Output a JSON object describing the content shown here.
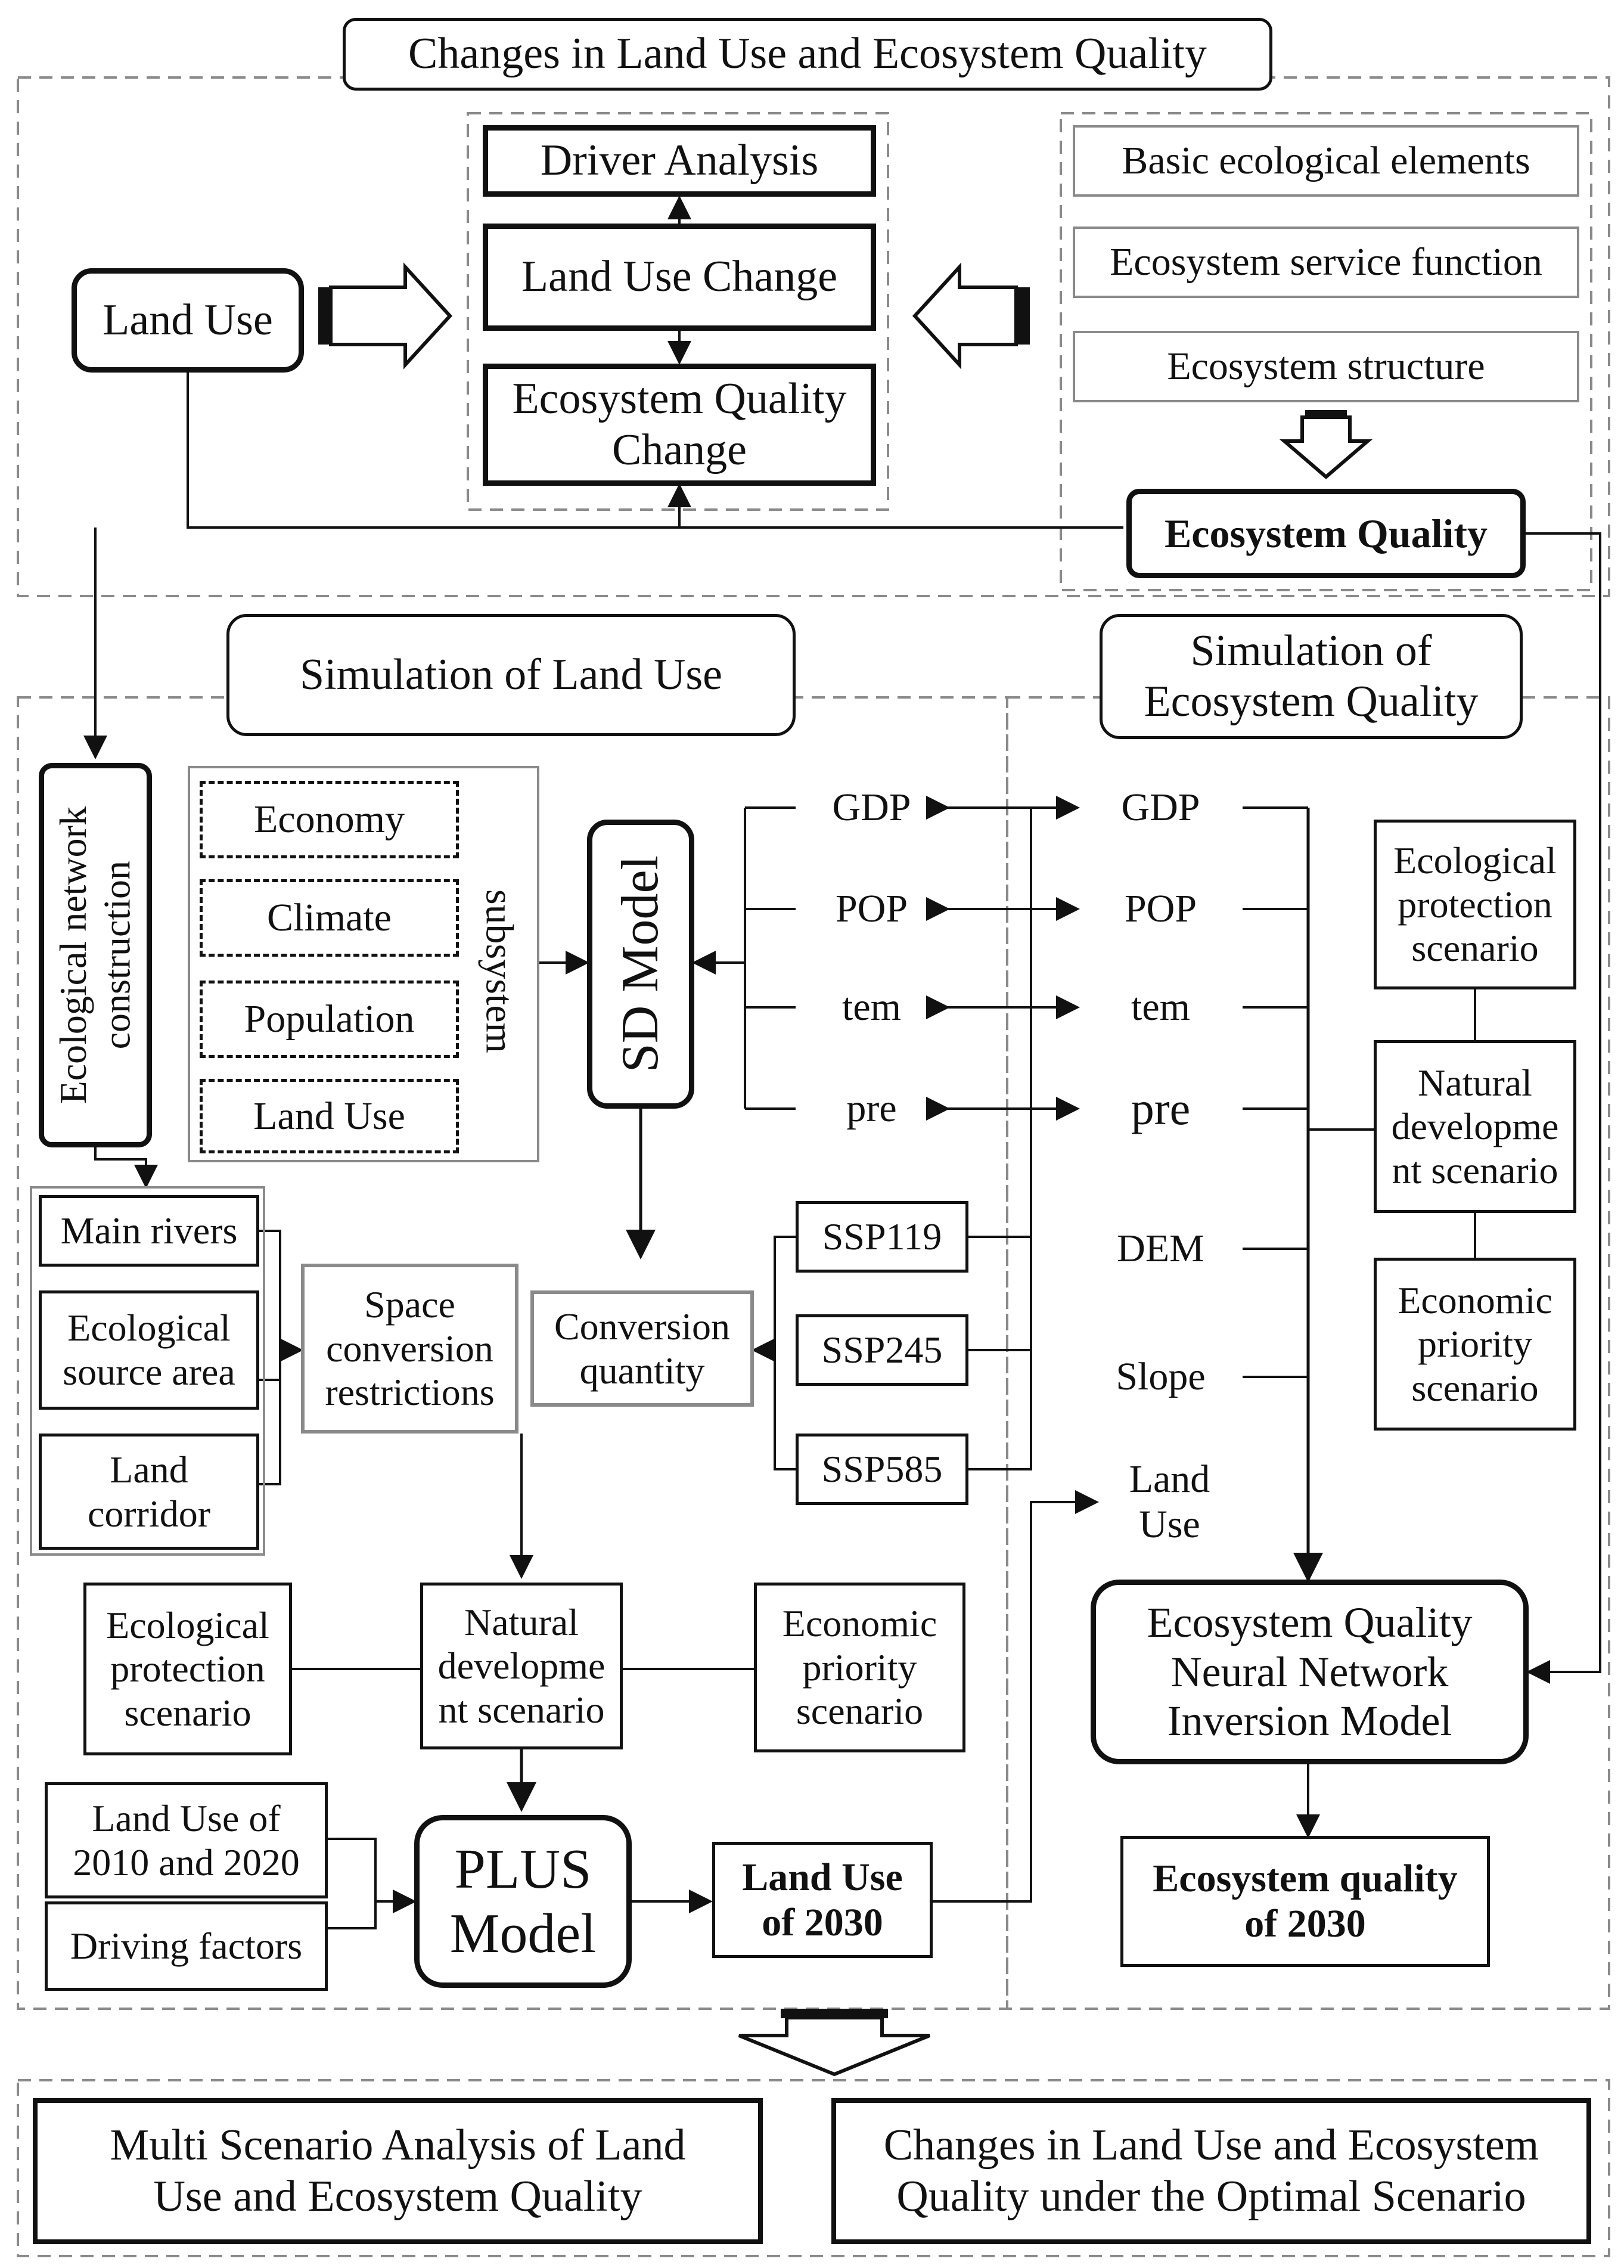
{
  "labels": {
    "top_title": "Changes in Land Use and Ecosystem Quality",
    "driver_analysis": "Driver Analysis",
    "land_use_change": "Land Use Change",
    "eq_change": "Ecosystem Quality\nChange",
    "land_use_top": "Land Use",
    "basic_elements": "Basic ecological elements",
    "service_function": "Ecosystem service function",
    "eco_structure": "Ecosystem structure",
    "eco_quality": "Ecosystem Quality",
    "sim_land_use": "Simulation of Land Use",
    "sim_eq": "Simulation of\nEcosystem Quality",
    "eco_network": "Ecological network\nconstruction",
    "sub_economy": "Economy",
    "sub_climate": "Climate",
    "sub_population": "Population",
    "sub_landuse": "Land Use",
    "subsystem": "subsystem",
    "sd_model": "SD Model",
    "gdp_l": "GDP",
    "pop_l": "POP",
    "tem_l": "tem",
    "pre_l": "pre",
    "gdp_r": "GDP",
    "pop_r": "POP",
    "tem_r": "tem",
    "pre_r": "pre",
    "dem": "DEM",
    "slope": "Slope",
    "land_use_in": "Land\nUse",
    "main_rivers": "Main rivers",
    "eco_source": "Ecological\nsource area",
    "land_corridor": "Land\ncorridor",
    "space_restrict": "Space\nconversion\nrestrictions",
    "conv_quantity": "Conversion\nquantity",
    "ssp119": "SSP119",
    "ssp245": "SSP245",
    "ssp585": "SSP585",
    "r_eco_protect": "Ecological\nprotection\nscenario",
    "r_natural": "Natural\ndevelopme\nnt scenario",
    "r_economic": "Economic\npriority\nscenario",
    "l_eco_protect": "Ecological\nprotection\nscenario",
    "l_natural": "Natural\ndevelopme\nnt scenario",
    "l_economic": "Economic\npriority\nscenario",
    "lu_2010_2020": "Land Use of\n2010 and 2020",
    "driving_factors": "Driving factors",
    "plus_model": "PLUS\nModel",
    "lu_2030": "Land Use\nof 2030",
    "eq_nn": "Ecosystem Quality\nNeural Network\nInversion Model",
    "eq_2030": "Ecosystem quality\nof 2030",
    "multi_scenario": "Multi Scenario Analysis of Land\nUse and Ecosystem Quality",
    "optimal": "Changes in Land Use and Ecosystem\nQuality under the Optimal Scenario"
  }
}
